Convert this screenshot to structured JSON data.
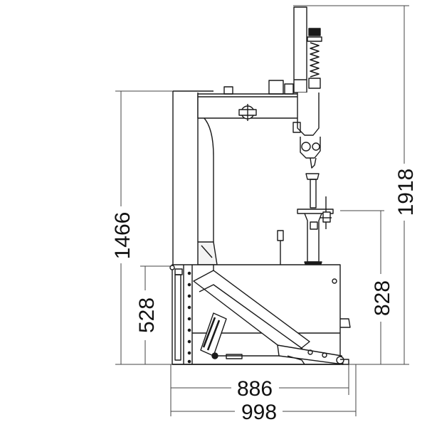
{
  "colors": {
    "line": "#1a1a1a",
    "panel": "#f3f3f3",
    "accent": "#9a9a9a",
    "dim_line": "#444444"
  },
  "dimensions": {
    "overall_height": "1918",
    "column_height": "1466",
    "table_height": "828",
    "base_height": "528",
    "base_width": "886",
    "overall_width": "998"
  }
}
